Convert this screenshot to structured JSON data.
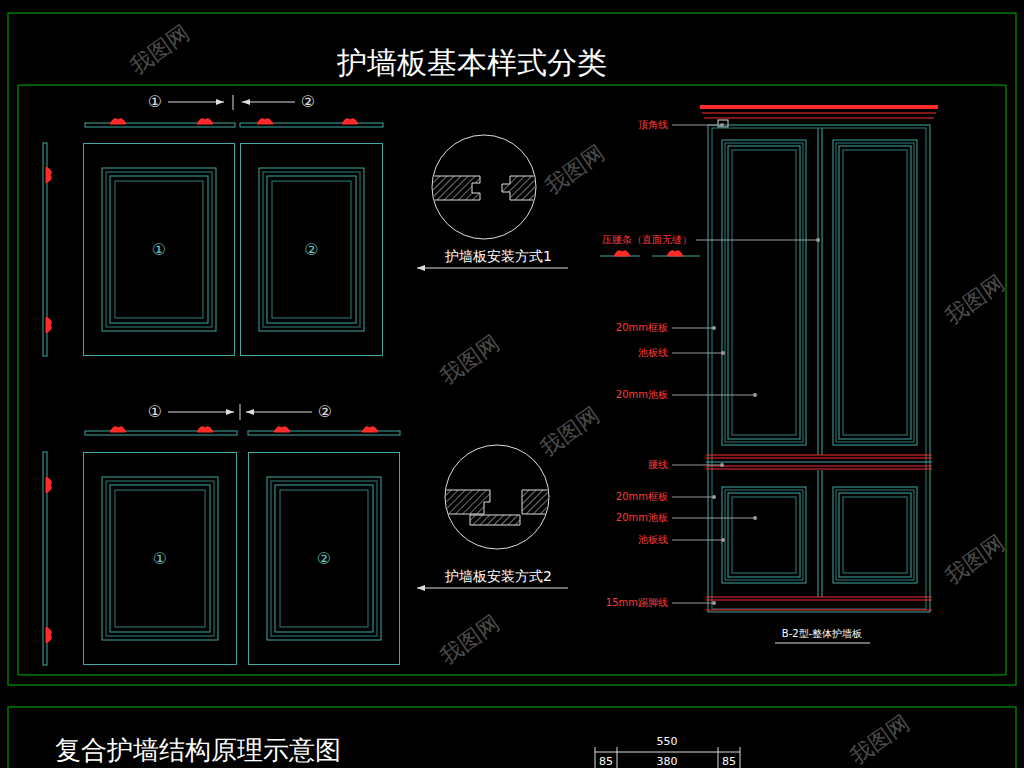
{
  "diagram": {
    "title": "护墙板基本样式分类",
    "nodes": [
      {
        "text": [
          "①"
        ]
      },
      {
        "text": [
          "②"
        ]
      },
      {
        "text": [
          "①"
        ]
      },
      {
        "text": [
          "②"
        ]
      }
    ],
    "labels": [
      "①",
      "②",
      "护墙板安装方式1",
      "①",
      "②",
      "护墙板安装方式2",
      "顶角线",
      "压腰条（直面无缝）",
      "20mm框板",
      "池板线",
      "20mm池板",
      "腰线",
      "20mm框板",
      "20mm池板",
      "池板线",
      "15mm踢脚线",
      "B-2型-整体护墙板",
      "复合护墙结构原理示意图",
      "550",
      "85",
      "380",
      "85",
      "我图网",
      "我图网",
      "我图网",
      "我图网",
      "我图网",
      "我图网",
      "我图网",
      "我图网"
    ]
  }
}
